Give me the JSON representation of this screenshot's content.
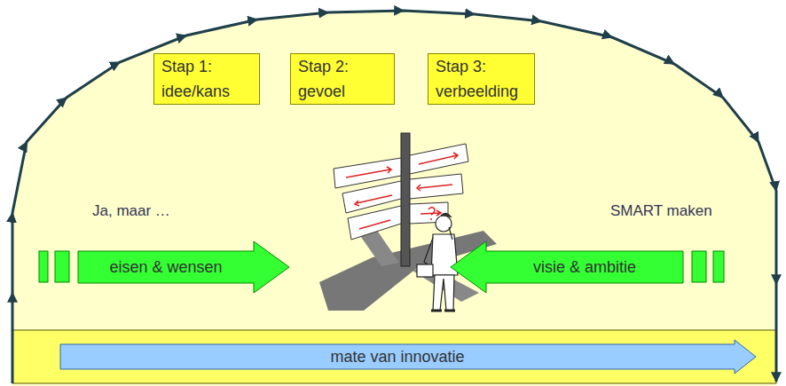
{
  "diagram": {
    "nodes": [
      {
        "text": [
          "Stap 1:",
          "idee/kans"
        ]
      },
      {
        "text": [
          "Stap 2:",
          "gevoel"
        ]
      },
      {
        "text": [
          "Stap 3:",
          "verbeelding"
        ]
      },
      {
        "text": [
          "eisen & wensen"
        ]
      },
      {
        "text": [
          "visie & ambitie"
        ]
      },
      {
        "text": [
          "mate van innovatie"
        ]
      }
    ],
    "labels": [
      "Ja, maar …",
      "SMART maken"
    ]
  }
}
